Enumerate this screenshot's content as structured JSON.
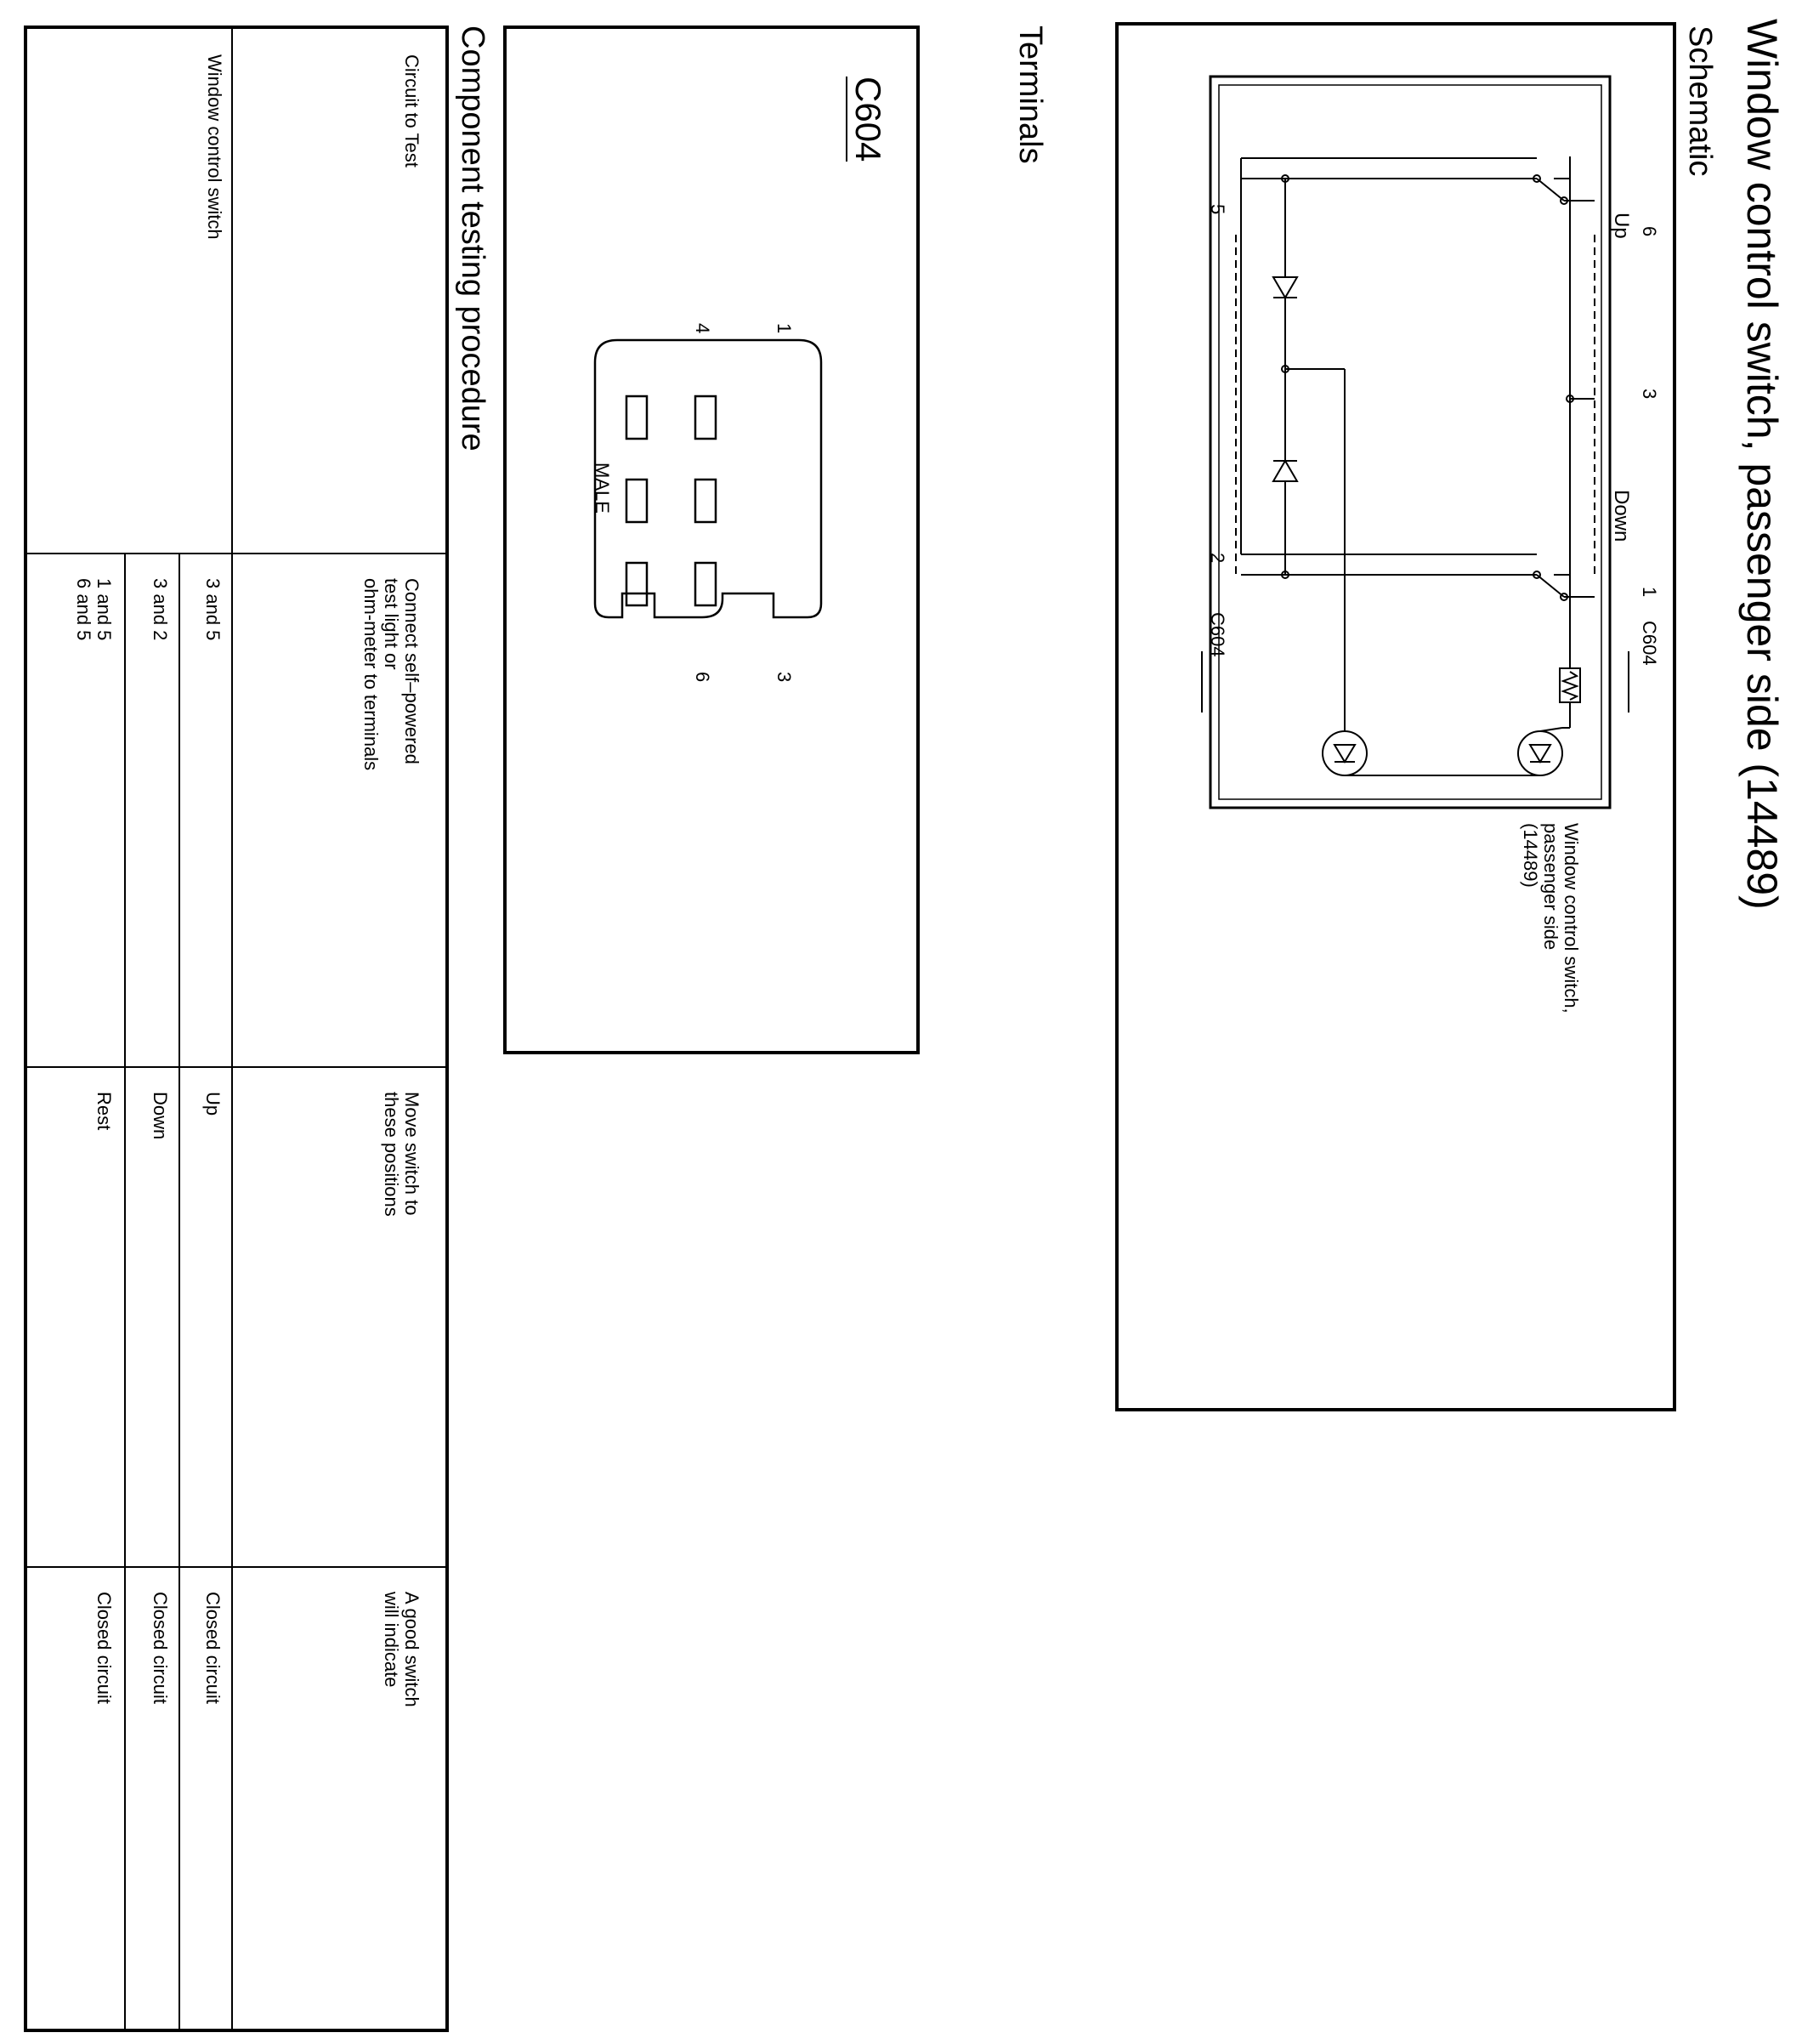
{
  "title": "Window control switch, passenger side (14489)",
  "schematic": {
    "heading": "Schematic",
    "component_label": "Window control switch,\npassenger side\n(14489)",
    "connector": "C604",
    "pins": [
      "6",
      "3",
      "1",
      "5",
      "2"
    ],
    "switch_up_label": "Up",
    "switch_down_label": "Down"
  },
  "terminals": {
    "heading": "Terminals",
    "connector": "C604",
    "gender": "MALE",
    "pins": [
      "1",
      "3",
      "4",
      "6"
    ]
  },
  "procedure": {
    "heading": "Component testing  procedure",
    "headers": {
      "circuit": "Circuit to Test",
      "connect": "Connect self–powered\ntest light or\nohm-meter to terminals",
      "move": "Move switch to\nthese positions",
      "indicate": "A good switch\nwill indicate"
    },
    "circuit": "Window control switch",
    "rows": [
      {
        "terminals": "3 and 5",
        "position": "Up",
        "result": "Closed circuit"
      },
      {
        "terminals": "3 and 2",
        "position": "Down",
        "result": "Closed circuit"
      },
      {
        "terminals": "1 and 5\n6 and 5",
        "position": "Rest",
        "result": "Closed circuit"
      }
    ]
  }
}
